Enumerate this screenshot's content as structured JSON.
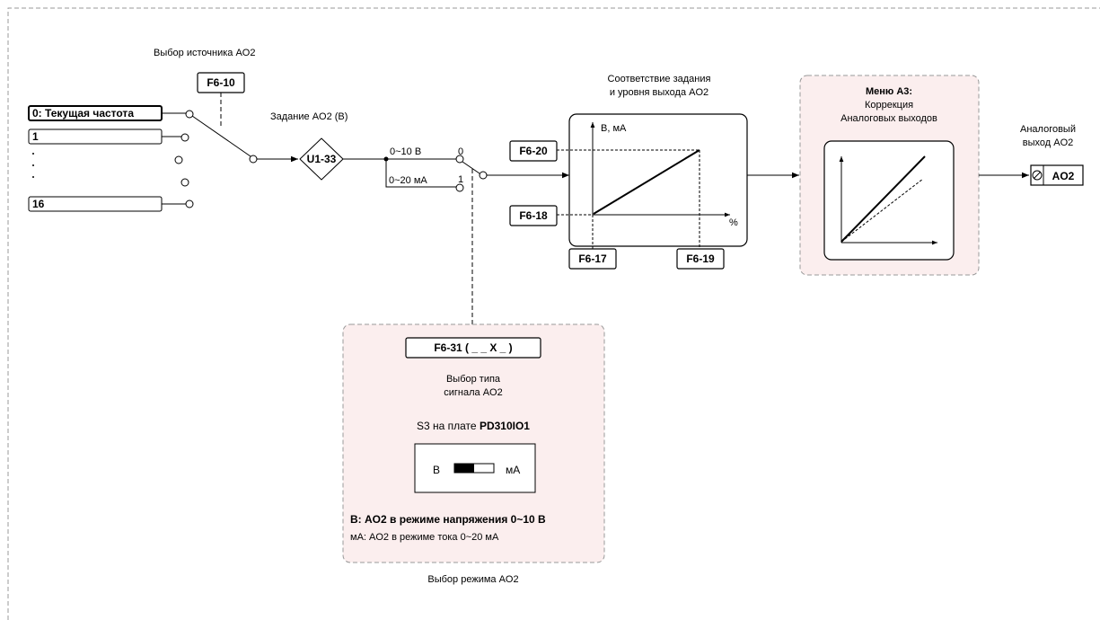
{
  "source_select": {
    "title": "Выбор источника AO2",
    "param": "F6-10",
    "inputs": [
      "0: Текущая частота",
      "1",
      "16"
    ]
  },
  "setpoint": {
    "title": "Задание AO2 (В)",
    "monitor": "U1-33"
  },
  "signal_switch": {
    "opt_voltage": "0~10 В",
    "opt_voltage_num": "0",
    "opt_current": "0~20 мА",
    "opt_current_num": "1"
  },
  "mapping": {
    "title_line1": "Соответствие задания",
    "title_line2": "и уровня выхода AO2",
    "y_axis": "В, мА",
    "x_axis": "%",
    "params": {
      "top_left": "F6-20",
      "bottom_left": "F6-18",
      "bottom_x1": "F6-17",
      "bottom_x2": "F6-19"
    }
  },
  "menu_a3": {
    "title": "Меню A3:",
    "line1": "Коррекция",
    "line2": "Аналоговых выходов"
  },
  "output": {
    "title_line1": "Аналоговый",
    "title_line2": "выход AO2",
    "terminal": "AO2"
  },
  "signal_type": {
    "param": "F6-31 ( _ _ X _ )",
    "title_line1": "Выбор типа",
    "title_line2": "сигнала AO2",
    "switch_prefix": "S3 на плате ",
    "board": "PD310IO1",
    "dip_left": "В",
    "dip_right": "мА",
    "note_voltage": "В: AO2 в режиме напряжения 0~10 В",
    "note_current": "мА: AO2 в режиме тока 0~20 мА",
    "footer": "Выбор режима AO2"
  }
}
